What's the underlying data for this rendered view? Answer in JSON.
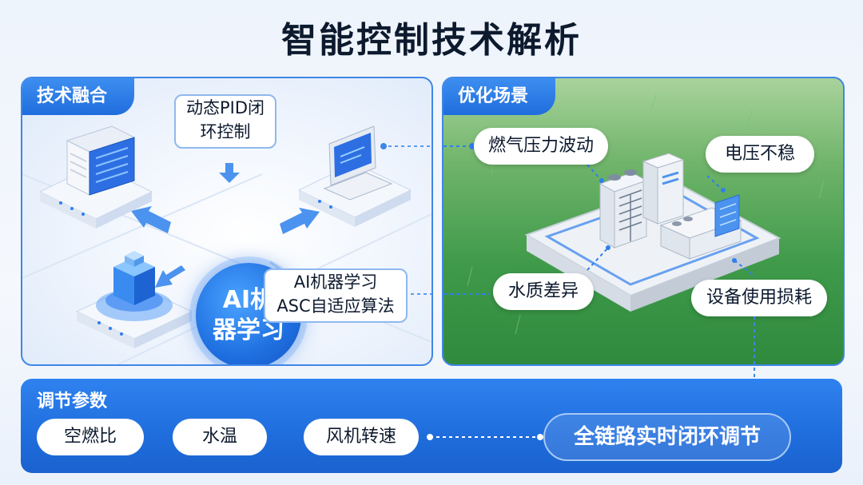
{
  "title": "智能控制技术解析",
  "tech_fusion": {
    "tab_label": "技术融合",
    "center_label": "AI机器学习",
    "center_lines": [
      "AI机",
      "器学习"
    ],
    "callout_pid": [
      "动态PID闭",
      "环控制"
    ],
    "callout_asc": [
      "AI机器学习",
      "ASC自适应算法"
    ]
  },
  "scenarios": {
    "tab_label": "优化场景",
    "items": [
      "燃气压力波动",
      "电压不稳",
      "水质差异",
      "设备使用损耗"
    ]
  },
  "parameters": {
    "label": "调节参数",
    "items": [
      "空燃比",
      "水温",
      "风机转速"
    ],
    "loop_label": "全链路实时闭环调节"
  },
  "colors": {
    "accent_blue": "#1f6ddd",
    "border_blue": "#3f86e6",
    "grass_green": "#3f9a4a"
  }
}
